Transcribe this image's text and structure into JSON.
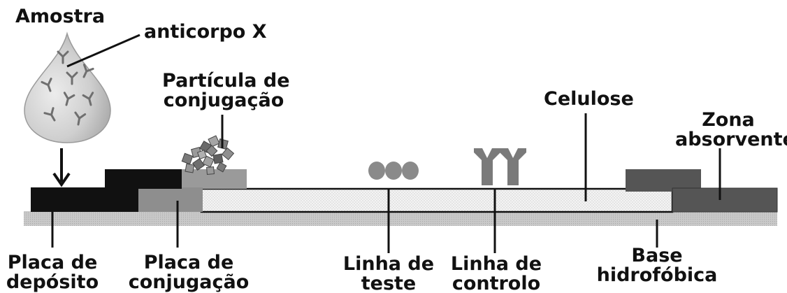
{
  "labels": {
    "amostra": "Amostra",
    "anticorpo": "anticorpo X",
    "particula_line1": "Partícula de",
    "particula_line2": "conjugação",
    "celulose": "Celulose",
    "zona_line1": "Zona",
    "zona_line2": "absorvente",
    "placa_deposito_line1": "Placa de",
    "placa_deposito_line2": "depósito",
    "placa_conjugacao_line1": "Placa de",
    "placa_conjugacao_line2": "conjugação",
    "linha_teste_line1": "Linha de",
    "linha_teste_line2": "teste",
    "linha_controlo_line1": "Linha de",
    "linha_controlo_line2": "controlo",
    "base_line1": "Base",
    "base_line2": "hidrofóbica"
  },
  "colors": {
    "deposit_pad": "#111111",
    "conjugation_pad": "#909090",
    "cellulose": "#f2f2f2",
    "absorbent_pad": "#555555",
    "hydrophobic_base": "#c8c8c8",
    "test_dots": "#8a8a8a",
    "control_antibody": "#7a7a7a",
    "drop": "#cfcfcf"
  },
  "icons": {
    "drop": "sample-drop-icon",
    "antibody": "antibody-icon",
    "particles": "conjugation-particles-icon",
    "arrow": "arrow-down-icon"
  }
}
